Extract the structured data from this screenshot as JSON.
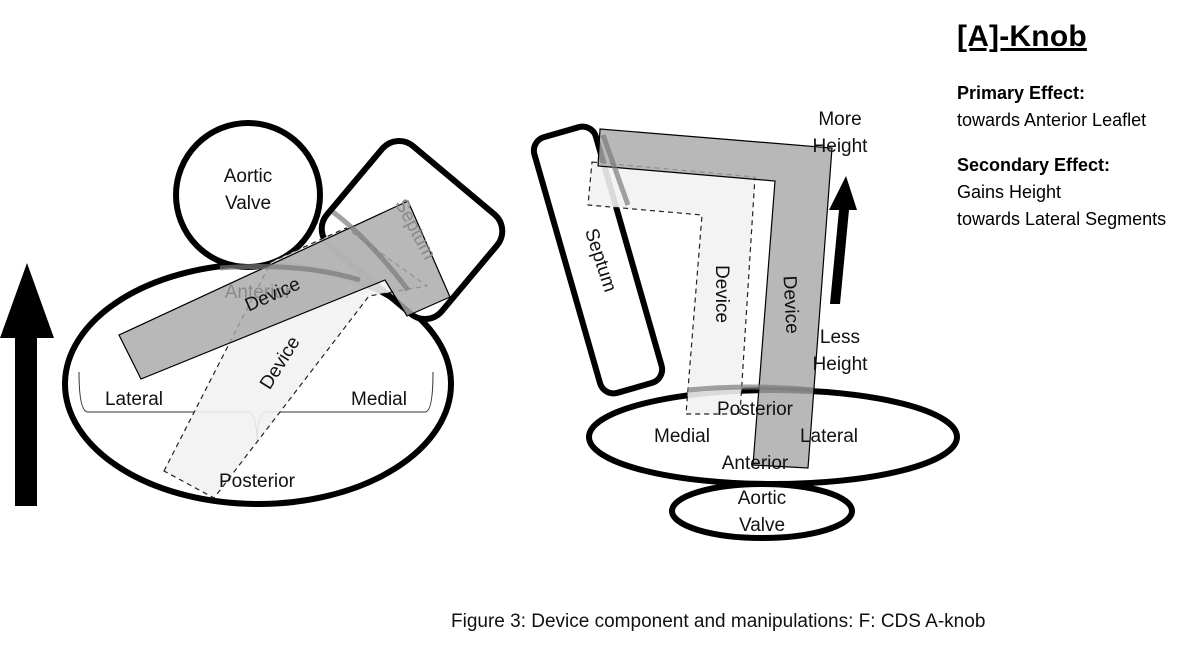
{
  "sidebar": {
    "title": "[A]-Knob",
    "primary_heading": "Primary Effect:",
    "primary_text": "towards Anterior Leaflet",
    "secondary_heading": "Secondary Effect:",
    "secondary_lines": [
      "Gains Height",
      "towards Lateral Segments"
    ]
  },
  "caption": "Figure 3: Device component and manipulations: F: CDS  A-knob",
  "left_view": {
    "aortic_valve": [
      "Aortic",
      "Valve"
    ],
    "septum": "Septum",
    "device_solid": "Device",
    "device_dashed": "Device",
    "anterior": "Anterior",
    "lateral": "Lateral",
    "medial": "Medial",
    "posterior": "Posterior",
    "arrow_direction": "up"
  },
  "right_view": {
    "septum": "Septum",
    "device_solid": "Device",
    "device_dashed": "Device",
    "more_height": [
      "More",
      "Height"
    ],
    "less_height": [
      "Less",
      "Height"
    ],
    "posterior": "Posterior",
    "medial": "Medial",
    "lateral": "Lateral",
    "anterior": "Anterior",
    "aortic_valve": [
      "Aortic",
      "Valve"
    ],
    "arrow_direction": "up"
  },
  "colors": {
    "device_fill": "#b4b4b4",
    "dashed_fill": "#f2f2f2",
    "outline": "#000000"
  }
}
